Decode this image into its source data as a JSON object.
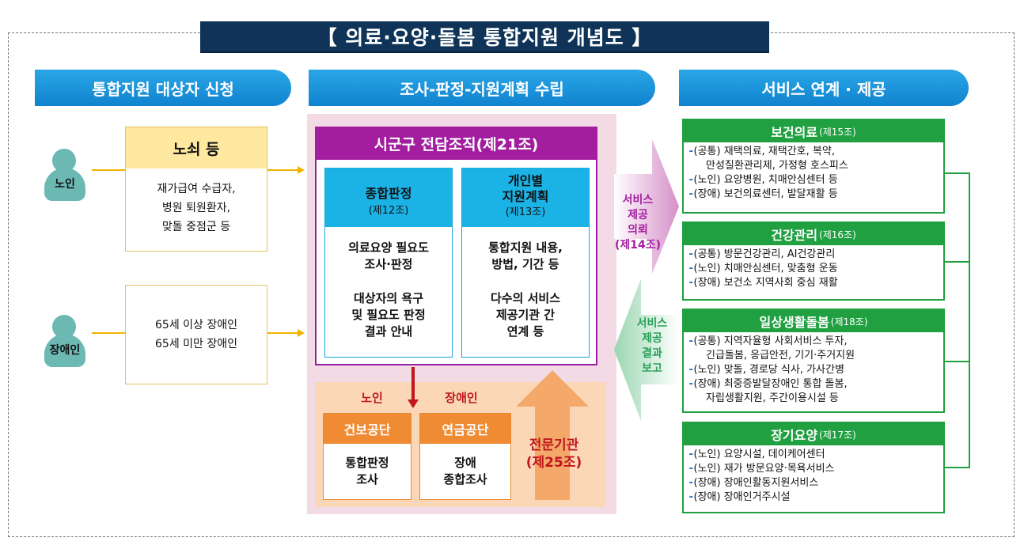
{
  "title": "【 의료·요양·돌봄 통합지원 개념도 】",
  "headers": {
    "left": "통합지원 대상자 신청",
    "middle": "조사-판정-지원계획 수립",
    "right": "서비스 연계 · 제공"
  },
  "persons": {
    "elderly": "노인",
    "disabled": "장애인"
  },
  "applicant_box": {
    "title": "노쇠 등",
    "lines": [
      "재가급여 수급자,",
      "병원 퇴원환자,",
      "맞돌 중점군 등"
    ]
  },
  "disabled_box": {
    "lines": [
      "65세 이상 장애인",
      "65세 미만 장애인"
    ]
  },
  "center": {
    "org_title": "시군구 전담조직(제21조)",
    "assessment": {
      "title": "종합판정",
      "article": "(제12조)",
      "body1": [
        "의료요양 필요도",
        "조사·판정"
      ],
      "body2": [
        "대상자의 욕구",
        "및 필요도 판정",
        "결과 안내"
      ]
    },
    "plan": {
      "title": "개인별",
      "title2": "지원계획",
      "article": "(제13조)",
      "body1": [
        "통합지원 내용,",
        "방법, 기간 등"
      ],
      "body2": [
        "다수의 서비스",
        "제공기관 간",
        "연계 등"
      ]
    },
    "elderly_label": "노인",
    "disabled_label": "장애인",
    "nhis": {
      "title": "건보공단",
      "body": [
        "통합판정",
        "조사"
      ]
    },
    "nps": {
      "title": "연금공단",
      "body": [
        "장애",
        "종합조사"
      ]
    },
    "expert": [
      "전문기관",
      "(제25조)"
    ]
  },
  "flow": {
    "request": [
      "서비스",
      "제공",
      "의뢰",
      "(제14조)"
    ],
    "report": [
      "서비스",
      "제공",
      "결과",
      "보고"
    ]
  },
  "services": [
    {
      "title": "보건의료",
      "article": "(제15조)",
      "items": [
        "(공통) 재택의료, 재택간호, 복약,",
        "만성질환관리제, 가정형 호스피스",
        "(노인) 요양병원, 치매안심센터 등",
        "(장애) 보건의료센터, 발달재활 등"
      ],
      "bullets": [
        true,
        false,
        true,
        true
      ]
    },
    {
      "title": "건강관리",
      "article": "(제16조)",
      "items": [
        "(공통) 방문건강관리, AI건강관리",
        "(노인) 치매안심센터, 맞춤형 운동",
        "(장애) 보건소 지역사회 중심 재활"
      ],
      "bullets": [
        true,
        true,
        true
      ]
    },
    {
      "title": "일상생활돌봄",
      "article": "(제18조)",
      "items": [
        "(공통) 지역자율형 사회서비스 투자,",
        "긴급돌봄, 응급안전, 기기·주거지원",
        "(노인) 맞돌, 경로당 식사, 가사간병",
        "(장애) 최중증발달장애인 통합 돌봄,",
        "자립생활지원, 주간이용시설 등"
      ],
      "bullets": [
        true,
        false,
        true,
        true,
        false
      ]
    },
    {
      "title": "장기요양",
      "article": "(제17조)",
      "items": [
        "(노인) 요양시설, 데이케어센터",
        "(노인) 재가 방문요양·목욕서비스",
        "(장애) 장애인활동지원서비스",
        "(장애) 장애인거주시설"
      ],
      "bullets": [
        true,
        true,
        true,
        true
      ]
    }
  ],
  "colors": {
    "title_bg": "#0f3458",
    "header_blue": "#1b9ad9",
    "purple": "#a21e9e",
    "green": "#20a040",
    "orange": "#ef8b32",
    "yellow": "#ffe9a0"
  }
}
